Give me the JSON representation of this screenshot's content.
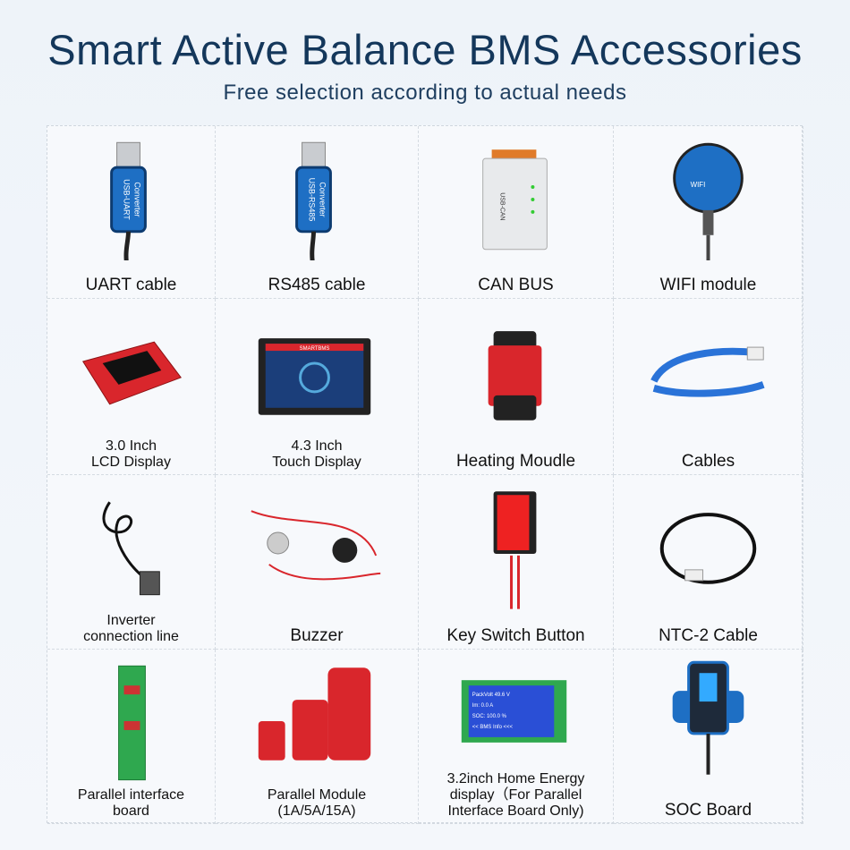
{
  "header": {
    "title": "Smart Active Balance BMS Accessories",
    "subtitle": "Free selection according to actual needs"
  },
  "items": [
    {
      "label": "UART cable",
      "print": "USB-UART",
      "brand": "Converter"
    },
    {
      "label": "RS485 cable",
      "print": "USB-RS485",
      "brand": "Converter"
    },
    {
      "label": "CAN BUS",
      "print": "USB-CAN"
    },
    {
      "label": "WIFI module",
      "print": "WIFI"
    },
    {
      "label": "3.0 Inch\nLCD Display",
      "line1": "3.0 Inch",
      "line2": "LCD Display"
    },
    {
      "label": "4.3 Inch\nTouch Display",
      "line1": "4.3 Inch",
      "line2": "Touch Display",
      "screen_title": "SMARTBMS"
    },
    {
      "label": "Heating Moudle"
    },
    {
      "label": "Cables"
    },
    {
      "label": "Inverter\nconnection line",
      "line1": "Inverter",
      "line2": "connection line"
    },
    {
      "label": "Buzzer"
    },
    {
      "label": "Key Switch Button"
    },
    {
      "label": "NTC-2 Cable"
    },
    {
      "label": "Parallel interface\nboard",
      "line1": "Parallel interface",
      "line2": "board"
    },
    {
      "label": "Parallel Module\n(1A/5A/15A)",
      "line1": "Parallel Module",
      "line2": "(1A/5A/15A)"
    },
    {
      "label": "3.2inch Home Energy display (For Parallel Interface Board Only)",
      "line1": "3.2inch Home Energy",
      "line2": "display（For Parallel",
      "line3": "Interface Board Only)",
      "screen_rows": [
        "PackVolt  49.6  V",
        "Im:  0.0  A",
        "SOC:  100.0  %",
        "<< BMS Info <<<"
      ]
    },
    {
      "label": "SOC Board"
    }
  ],
  "colors": {
    "title": "#14375b",
    "cable_blue": "#1e6fc4",
    "board_red": "#d9262c",
    "pcb_green": "#2fa84f"
  }
}
